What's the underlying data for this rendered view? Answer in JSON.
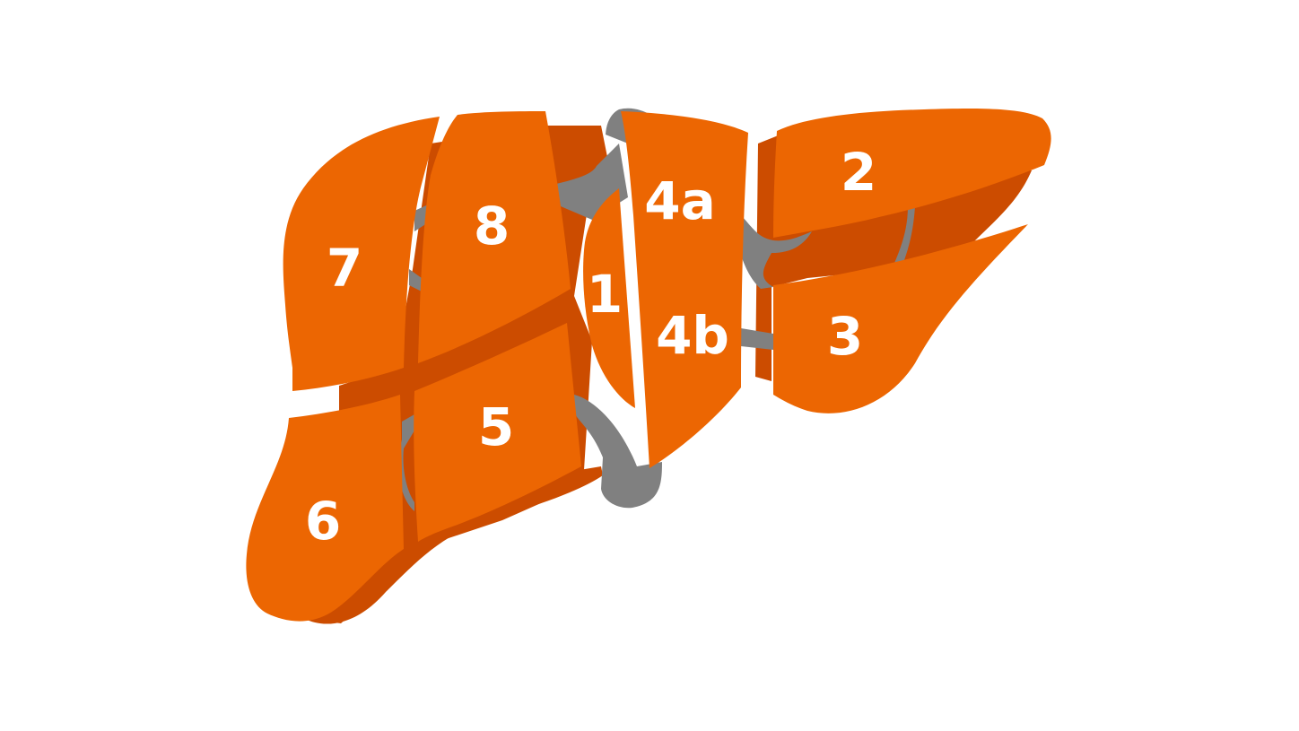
{
  "diagram": {
    "colors": {
      "segment": "#EC6602",
      "shadow": "#CC4C00",
      "vessel": "#808080",
      "label": "#FFFFFF",
      "background": "#FFFFFF"
    },
    "segments": [
      {
        "id": "1",
        "label": "1"
      },
      {
        "id": "2",
        "label": "2"
      },
      {
        "id": "3",
        "label": "3"
      },
      {
        "id": "4a",
        "label": "4a"
      },
      {
        "id": "4b",
        "label": "4b"
      },
      {
        "id": "5",
        "label": "5"
      },
      {
        "id": "6",
        "label": "6"
      },
      {
        "id": "7",
        "label": "7"
      },
      {
        "id": "8",
        "label": "8"
      }
    ]
  }
}
